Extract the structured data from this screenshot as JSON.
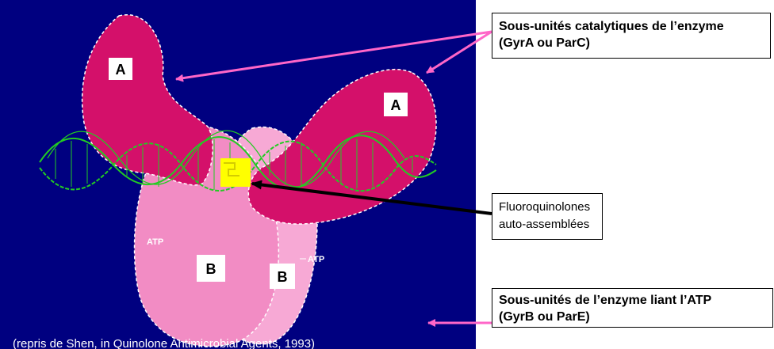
{
  "diagram": {
    "labels": {
      "subunit_a": "A",
      "subunit_b": "B",
      "atp": "ATP"
    },
    "caption": "(repris de Shen,  in Quinolone Antimicrobial Agents, 1993)",
    "callouts": {
      "catalytic_line1": "Sous-unités catalytiques de l’enzyme",
      "catalytic_line2": "(GyrA ou ParC)",
      "fluoro_line1": "Fluoroquinolones",
      "fluoro_line2": "auto-assemblées",
      "atp_line1": "Sous-unités de l’enzyme liant l’ATP",
      "atp_line2": "(GyrB ou ParE)"
    },
    "colors": {
      "background": "#000080",
      "subunit_a": "#d4106a",
      "subunit_b": "#f28cc4",
      "subunit_b_light": "#f7a9d5",
      "dna": "#22cc22",
      "quinolone": "#ffff00",
      "arrow_pink": "#ff66c8",
      "arrow_black": "#000000"
    }
  }
}
